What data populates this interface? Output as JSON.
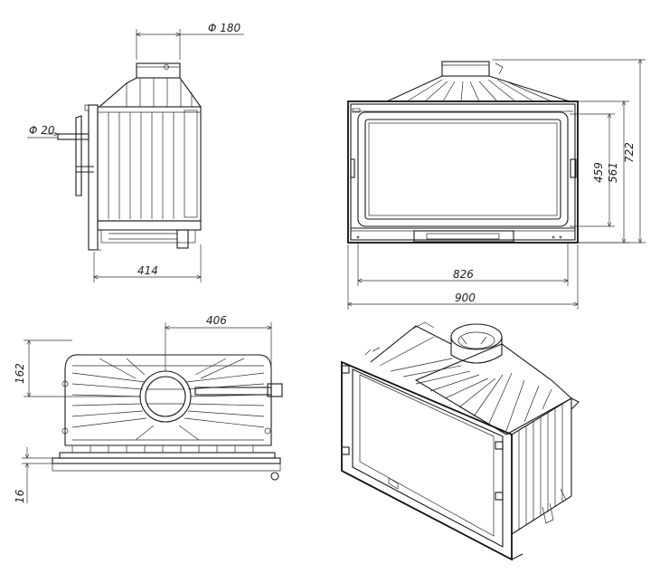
{
  "dimensions": {
    "flue_diameter": "Φ 180",
    "air_inlet_diameter": "Φ 20",
    "side_depth": "414",
    "inner_width": "826",
    "overall_width": "900",
    "glass_height": "459",
    "door_height": "561",
    "overall_height": "722",
    "flue_offset": "406",
    "flue_depth": "162",
    "leg_height": "16"
  }
}
